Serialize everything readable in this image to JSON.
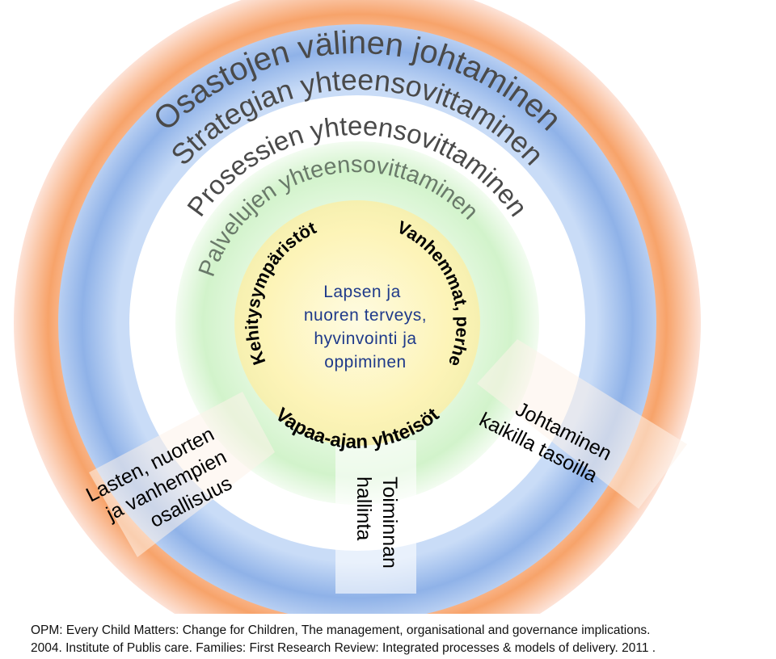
{
  "rings": {
    "outer": "Osastojen välinen johtaminen",
    "strategy": "Strategian yhteensovittaminen",
    "process": "Prosessien yhteensovittaminen",
    "service": "Palvelujen yhteensovittaminen"
  },
  "inner_ring": {
    "development": "Kehitysympäristöt",
    "elders": "Vanhemmat, perhe",
    "leisure": "Vapaa-ajan yhteisöt"
  },
  "center": {
    "line1": "Lapsen ja",
    "line2": "nuoren terveys,",
    "line3": "hyvinvointi ja",
    "line4": "oppiminen"
  },
  "spokes": {
    "participation": {
      "line1": "Lasten, nuorten",
      "line2": "ja vanhempien",
      "line3": "osallisuus"
    },
    "operations": {
      "line1": "Toiminnan",
      "line2": "hallinta"
    },
    "leadership": {
      "line1": "Johtaminen",
      "line2": "kaikilla tasoilla"
    }
  },
  "caption": {
    "line1": "OPM: Every Child Matters: Change for Children,  The management, organisational and governance implications.",
    "line2": "2004.  Institute of Publis care. Families: First Research Review: Integrated processes & models of delivery. 2011 ."
  },
  "colors": {
    "outer_ring": "#f7a36a",
    "strategy_ring": "#8fb2e8",
    "process_ring": "#ffffff",
    "service_ring": "#d7f5d0",
    "center": "#fdf6c0",
    "center_text": "#1f3a8a",
    "ring_text": "#4a4a4a"
  }
}
